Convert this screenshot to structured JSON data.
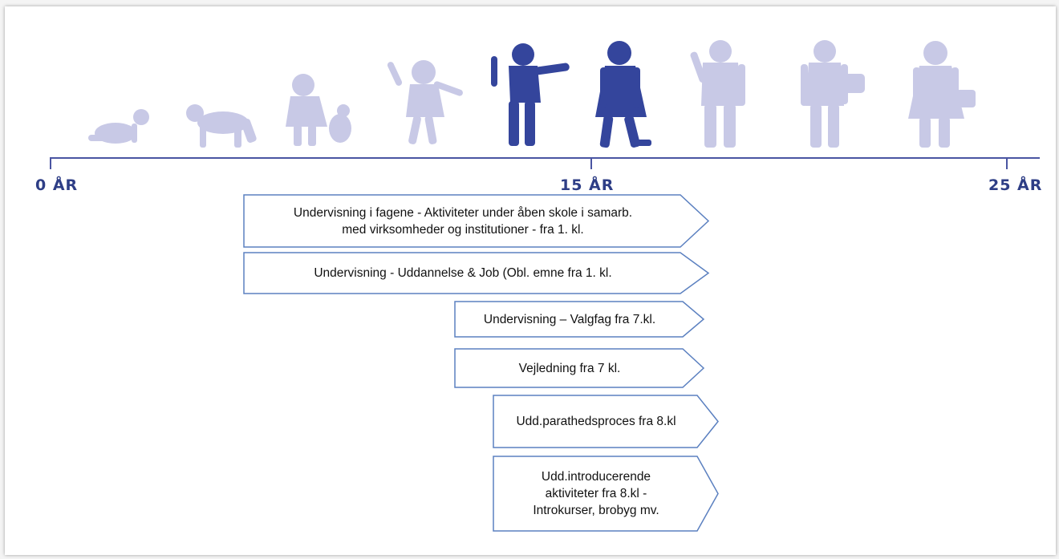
{
  "timeline": {
    "labels": [
      "0 ÅR",
      "15 ÅR",
      "25 ÅR"
    ]
  },
  "figures": {
    "colors": {
      "light": "#c8c9e6",
      "dark": "#34459c",
      "axis": "#4a55a2",
      "arrow_border": "#5b80c0"
    },
    "stages": [
      "crawling-baby",
      "crawling-toddler",
      "small-child",
      "girl",
      "teen-boy",
      "teen-girl",
      "young-man",
      "young-woman",
      "adult-woman"
    ],
    "highlighted": [
      "teen-boy",
      "teen-girl"
    ]
  },
  "activities": [
    {
      "text": "Undervisning i fagene - Aktiviteter under åben skole i samarb.\nmed virksomheder og institutioner  - fra 1. kl."
    },
    {
      "text": "Undervisning - Uddannelse & Job (Obl. emne fra 1. kl."
    },
    {
      "text": "Undervisning – Valgfag fra 7.kl."
    },
    {
      "text": "Vejledning fra 7 kl."
    },
    {
      "text": "Udd.parathedsproces fra 8.kl"
    },
    {
      "text": "Udd.introducerende\naktiviteter fra 8.kl  -\nIntrokurser, brobyg mv."
    }
  ]
}
